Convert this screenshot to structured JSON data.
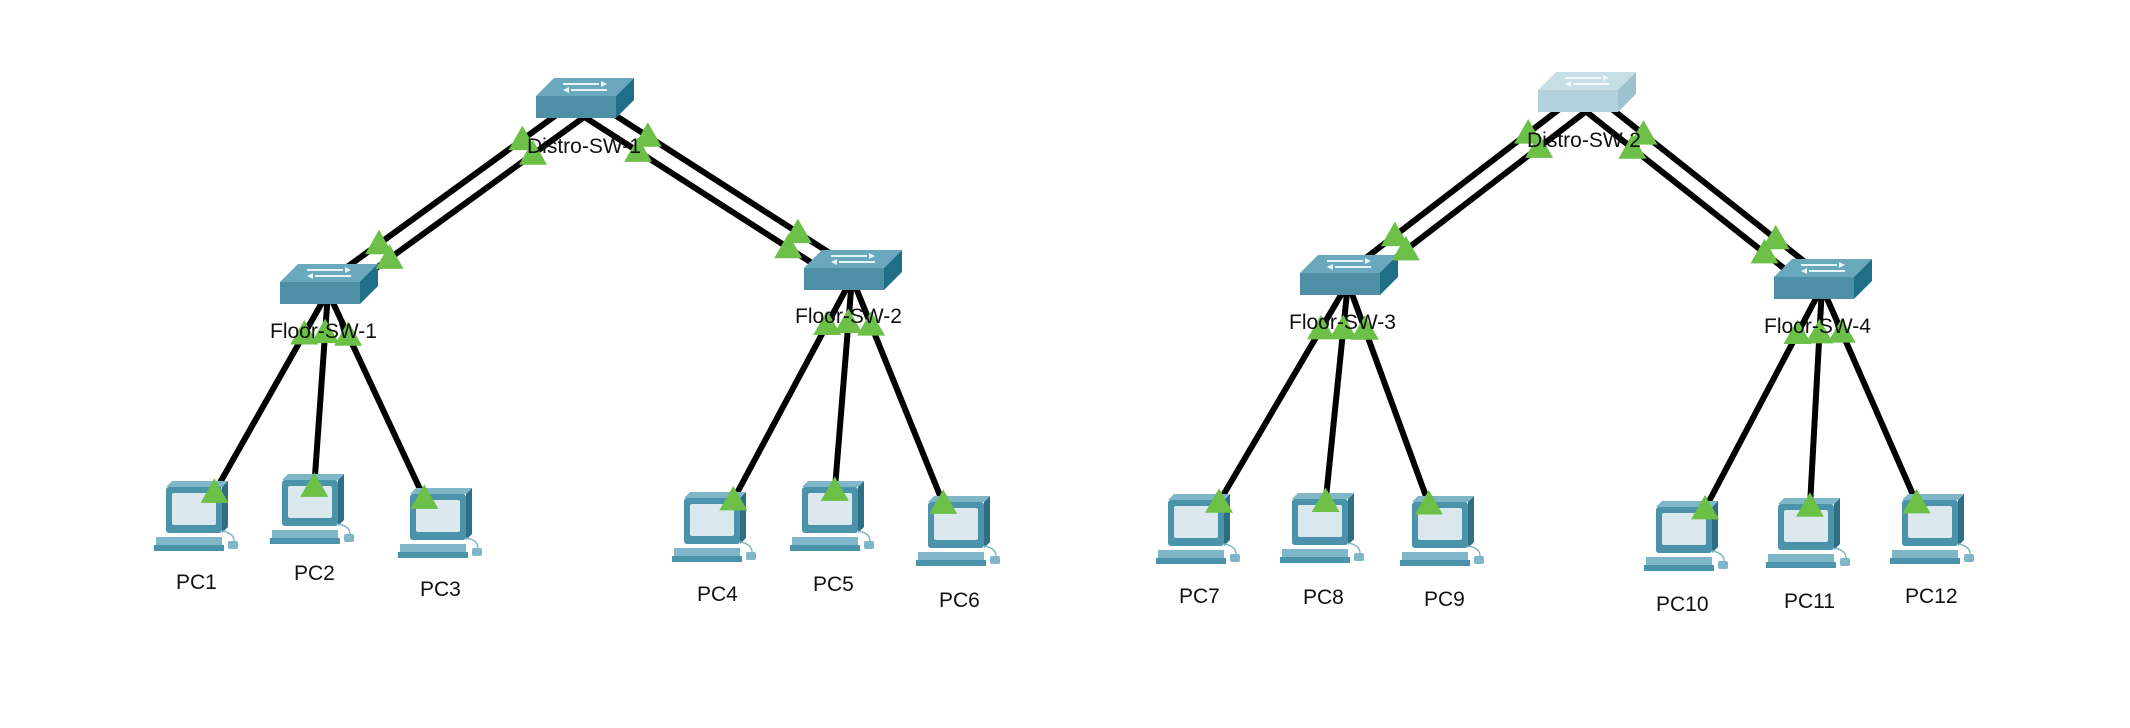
{
  "colors": {
    "link": "#000000",
    "port_up": "#6cbf47",
    "switch_top": "#6aa9bd",
    "switch_front": "#4f8fa6",
    "switch_side": "#1f6f88",
    "switch_inactive_top": "#c6dfe7",
    "switch_inactive_front": "#b2d1dc",
    "switch_inactive_side": "#9dc3d0",
    "pc_body": "#4a93ab",
    "pc_screen": "#dbe9ef"
  },
  "icons": {
    "switch": "switch-icon",
    "pc": "pc-icon",
    "port": "link-up-icon"
  },
  "nodes": [
    {
      "id": "distro-sw-1",
      "type": "switch",
      "label": "Distro-SW-1",
      "active": true
    },
    {
      "id": "distro-sw-2",
      "type": "switch",
      "label": "Distro-SW-2",
      "active": false
    },
    {
      "id": "floor-sw-1",
      "type": "switch",
      "label": "Floor-SW-1",
      "active": true
    },
    {
      "id": "floor-sw-2",
      "type": "switch",
      "label": "Floor-SW-2",
      "active": true
    },
    {
      "id": "floor-sw-3",
      "type": "switch",
      "label": "Floor-SW-3",
      "active": true
    },
    {
      "id": "floor-sw-4",
      "type": "switch",
      "label": "Floor-SW-4",
      "active": true
    },
    {
      "id": "pc1",
      "type": "pc",
      "label": "PC1"
    },
    {
      "id": "pc2",
      "type": "pc",
      "label": "PC2"
    },
    {
      "id": "pc3",
      "type": "pc",
      "label": "PC3"
    },
    {
      "id": "pc4",
      "type": "pc",
      "label": "PC4"
    },
    {
      "id": "pc5",
      "type": "pc",
      "label": "PC5"
    },
    {
      "id": "pc6",
      "type": "pc",
      "label": "PC6"
    },
    {
      "id": "pc7",
      "type": "pc",
      "label": "PC7"
    },
    {
      "id": "pc8",
      "type": "pc",
      "label": "PC8"
    },
    {
      "id": "pc9",
      "type": "pc",
      "label": "PC9"
    },
    {
      "id": "pc10",
      "type": "pc",
      "label": "PC10"
    },
    {
      "id": "pc11",
      "type": "pc",
      "label": "PC11"
    },
    {
      "id": "pc12",
      "type": "pc",
      "label": "PC12"
    }
  ],
  "links": [
    {
      "from": "distro-sw-1",
      "to": "floor-sw-1",
      "count": 2,
      "status": "up"
    },
    {
      "from": "distro-sw-1",
      "to": "floor-sw-2",
      "count": 2,
      "status": "up"
    },
    {
      "from": "distro-sw-2",
      "to": "floor-sw-3",
      "count": 2,
      "status": "up"
    },
    {
      "from": "distro-sw-2",
      "to": "floor-sw-4",
      "count": 2,
      "status": "up"
    },
    {
      "from": "floor-sw-1",
      "to": "pc1",
      "count": 1,
      "status": "up"
    },
    {
      "from": "floor-sw-1",
      "to": "pc2",
      "count": 1,
      "status": "up"
    },
    {
      "from": "floor-sw-1",
      "to": "pc3",
      "count": 1,
      "status": "up"
    },
    {
      "from": "floor-sw-2",
      "to": "pc4",
      "count": 1,
      "status": "up"
    },
    {
      "from": "floor-sw-2",
      "to": "pc5",
      "count": 1,
      "status": "up"
    },
    {
      "from": "floor-sw-2",
      "to": "pc6",
      "count": 1,
      "status": "up"
    },
    {
      "from": "floor-sw-3",
      "to": "pc7",
      "count": 1,
      "status": "up"
    },
    {
      "from": "floor-sw-3",
      "to": "pc8",
      "count": 1,
      "status": "up"
    },
    {
      "from": "floor-sw-3",
      "to": "pc9",
      "count": 1,
      "status": "up"
    },
    {
      "from": "floor-sw-4",
      "to": "pc10",
      "count": 1,
      "status": "up"
    },
    {
      "from": "floor-sw-4",
      "to": "pc11",
      "count": 1,
      "status": "up"
    },
    {
      "from": "floor-sw-4",
      "to": "pc12",
      "count": 1,
      "status": "up"
    }
  ]
}
